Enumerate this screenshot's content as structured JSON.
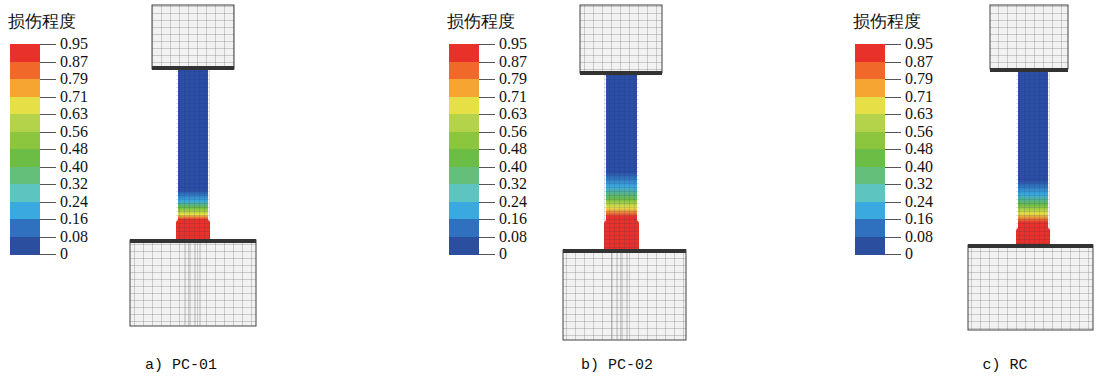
{
  "diagram": {
    "labels": [
      "损伤程度",
      "0",
      "a) PC-01",
      "损伤程度",
      "0",
      "b) PC-02",
      "损伤程度",
      "0",
      "c) RC"
    ],
    "legend": [
      {
        "text": "0.95",
        "color": "#e8312a"
      },
      {
        "text": "0.87",
        "color": "#f0692a"
      },
      {
        "text": "0.79",
        "color": "#f6a532"
      },
      {
        "text": "0.71",
        "color": "#e6e046"
      },
      {
        "text": "0.63",
        "color": "#b5d34a"
      },
      {
        "text": "0.56",
        "color": "#8cc63f"
      },
      {
        "text": "0.48",
        "color": "#6bbd45"
      },
      {
        "text": "0.40",
        "color": "#63bf7a"
      },
      {
        "text": "0.32",
        "color": "#5ec4bf"
      },
      {
        "text": "0.24",
        "color": "#3aa9e0"
      },
      {
        "text": "0.16",
        "color": "#2f70bf"
      },
      {
        "text": "0.08",
        "color": "#2b4e9f"
      },
      {
        "text": "0.95",
        "color": "#e8312a"
      },
      {
        "text": "0.87",
        "color": "#f0692a"
      },
      {
        "text": "0.79",
        "color": "#f6a532"
      },
      {
        "text": "0.71",
        "color": "#e6e046"
      },
      {
        "text": "0.63",
        "color": "#b5d34a"
      },
      {
        "text": "0.56",
        "color": "#8cc63f"
      },
      {
        "text": "0.48",
        "color": "#6bbd45"
      },
      {
        "text": "0.40",
        "color": "#63bf7a"
      },
      {
        "text": "0.32",
        "color": "#5ec4bf"
      },
      {
        "text": "0.24",
        "color": "#3aa9e0"
      },
      {
        "text": "0.16",
        "color": "#2f70bf"
      },
      {
        "text": "0.08",
        "color": "#2b4e9f"
      },
      {
        "text": "0.95",
        "color": "#e8312a"
      },
      {
        "text": "0.87",
        "color": "#f0692a"
      },
      {
        "text": "0.79",
        "color": "#f6a532"
      },
      {
        "text": "0.71",
        "color": "#e6e046"
      },
      {
        "text": "0.63",
        "color": "#b5d34a"
      },
      {
        "text": "0.56",
        "color": "#8cc63f"
      },
      {
        "text": "0.48",
        "color": "#6bbd45"
      },
      {
        "text": "0.40",
        "color": "#63bf7a"
      },
      {
        "text": "0.32",
        "color": "#5ec4bf"
      },
      {
        "text": "0.24",
        "color": "#3aa9e0"
      },
      {
        "text": "0.16",
        "color": "#2f70bf"
      },
      {
        "text": "0.08",
        "color": "#2b4e9f"
      }
    ]
  }
}
